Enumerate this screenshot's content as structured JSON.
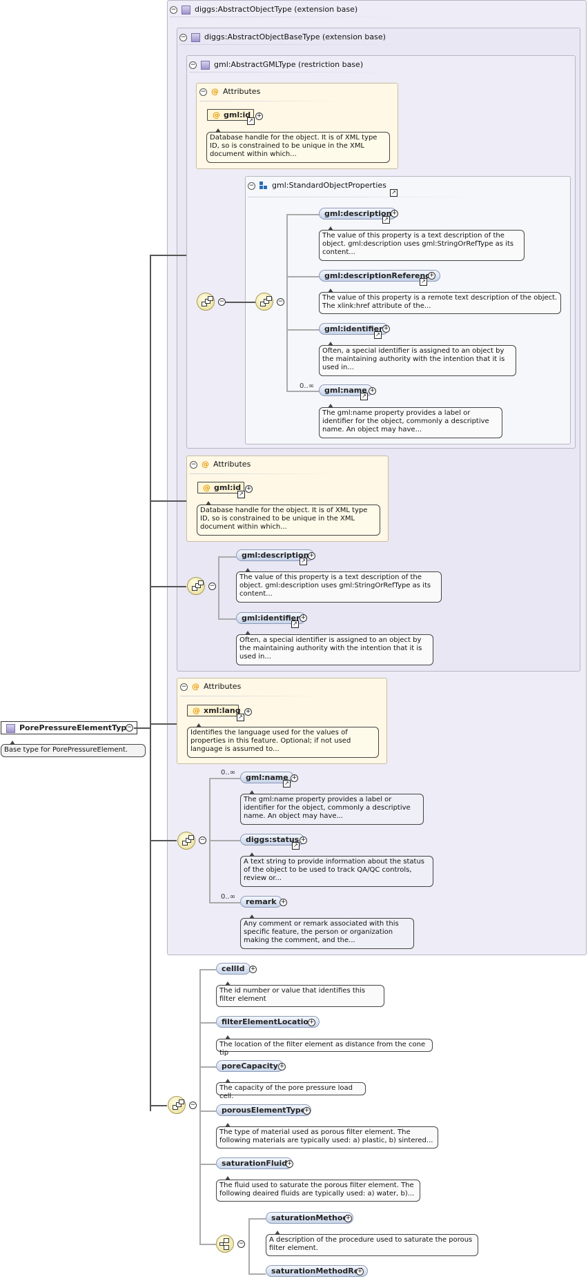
{
  "root": {
    "name": "PorePressureElementType",
    "doc": "Base type for PorePressureElement."
  },
  "ext1": {
    "title": "diggs:AbstractObjectType (extension base)"
  },
  "ext2": {
    "title": "diggs:AbstractObjectBaseType (extension base)"
  },
  "ext3": {
    "title": "gml:AbstractGMLType (restriction base)"
  },
  "attrs1": {
    "title": "Attributes",
    "item": "gml:id",
    "doc": "Database handle for the object. It is of XML type ID, so is constrained to be unique in the XML document within which..."
  },
  "std": {
    "title": "gml:StandardObjectProperties",
    "items": [
      {
        "name": "gml:description",
        "doc": "The value of this property is a text description of the object. gml:description uses gml:StringOrRefType as its content..."
      },
      {
        "name": "gml:descriptionReference",
        "doc": "The value of this property is a remote text description of the object. The xlink:href attribute of the..."
      },
      {
        "name": "gml:identifier",
        "doc": "Often, a special identifier is assigned to an object by the maintaining authority with the intention that it is used in..."
      },
      {
        "name": "gml:name",
        "card": "0..∞",
        "doc": "The gml:name property provides a label or identifier for the object, commonly a descriptive name. An object may have..."
      }
    ]
  },
  "attrs2": {
    "title": "Attributes",
    "item": "gml:id",
    "doc": "Database handle for the object. It is of XML type ID, so is constrained to be unique in the XML document within which..."
  },
  "seq2": {
    "items": [
      {
        "name": "gml:description",
        "doc": "The value of this property is a text description of the object. gml:description uses gml:StringOrRefType as its content..."
      },
      {
        "name": "gml:identifier",
        "doc": "Often, a special identifier is assigned to an object by the maintaining authority with the intention that it is used in..."
      }
    ]
  },
  "attrs3": {
    "title": "Attributes",
    "item": "xml:lang",
    "doc": "Identifies the language used for the values of properties in this feature. Optional; if not used language is assumed to..."
  },
  "seq3": {
    "items": [
      {
        "name": "gml:name",
        "card": "0..∞",
        "doc": "The gml:name property provides a label or identifier for the object, commonly a descriptive name. An object may have..."
      },
      {
        "name": "diggs:status",
        "doc": "A text string to provide information about the status of the object to be used to track QA/QC controls, review or..."
      },
      {
        "name": "remark",
        "card": "0..∞",
        "doc": "Any comment or remark associated with this specific feature, the person or organization making the comment, and the..."
      }
    ]
  },
  "seq4": {
    "items": [
      {
        "name": "cellId",
        "doc": "The id number or value that identifies this filter element"
      },
      {
        "name": "filterElementLocation",
        "doc": "The location of the filter element as distance from the cone tip"
      },
      {
        "name": "poreCapacity",
        "doc": "The capacity of the pore pressure load cell."
      },
      {
        "name": "porousElementType",
        "doc": "The type of material used as porous filter element. The following materials are typically used: a) plastic, b) sintered..."
      },
      {
        "name": "saturationFluid",
        "doc": "The fluid used to saturate the porous filter element. The following deaired fluids are typically used: a) water, b)..."
      }
    ]
  },
  "choice": {
    "items": [
      {
        "name": "saturationMethod",
        "doc": "A description of the procedure used to saturate the porous filter element."
      },
      {
        "name": "saturationMethodRef"
      }
    ]
  }
}
